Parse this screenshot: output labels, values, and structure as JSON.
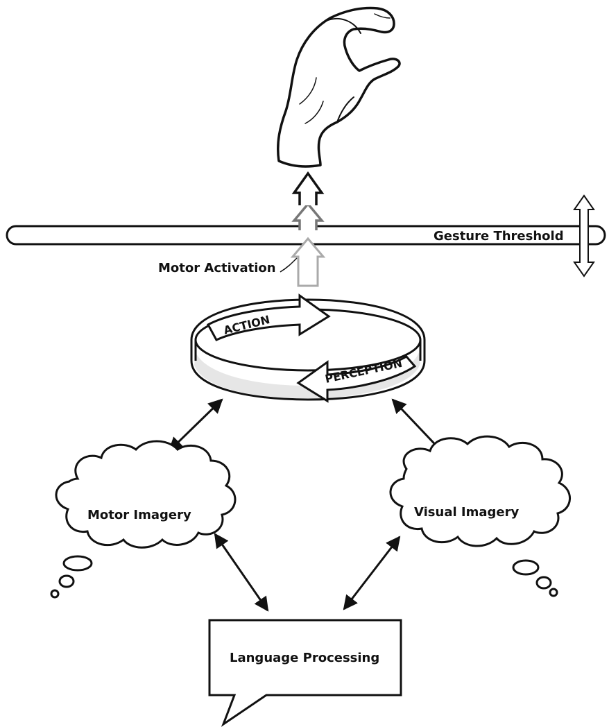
{
  "diagram": {
    "threshold_label": "Gesture Threshold",
    "motor_activation_label": "Motor Activation",
    "action_label": "ACTION",
    "perception_label": "PERCEPTION",
    "motor_imagery_label": "Motor Imagery",
    "visual_imagery_label": "Visual Imagery",
    "language_processing_label": "Language Processing",
    "colors": {
      "ink": "#111111",
      "ring_fill": "#e6e6e6",
      "activation_gray": "#888888",
      "activation_light": "#aaaaaa"
    }
  }
}
